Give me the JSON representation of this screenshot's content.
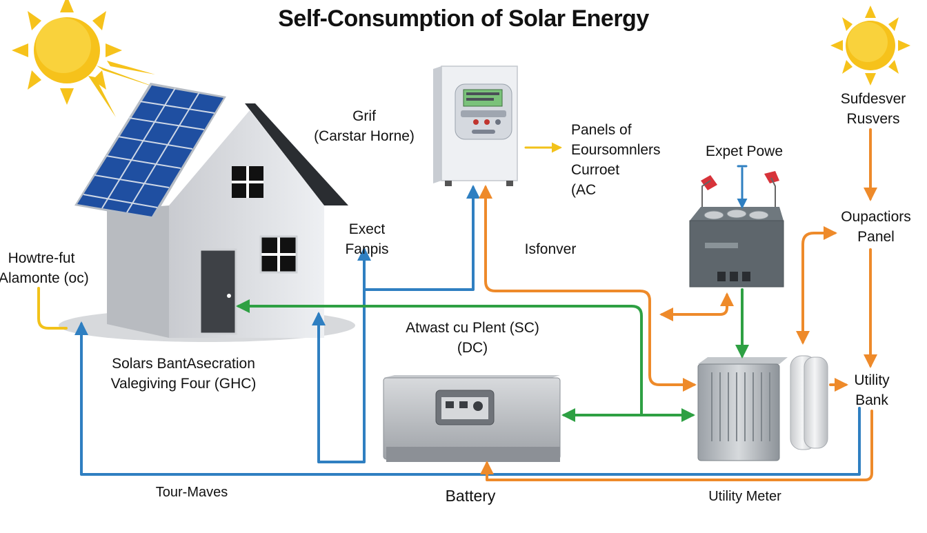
{
  "title": "Self-Consumption of Solar Energy",
  "labels": {
    "grid": [
      "Grif",
      "(Carstar Horne)"
    ],
    "panels_current": [
      "Panels of",
      "Eoursomnlers",
      "Curroet",
      "(AC"
    ],
    "expet_powe": "Expet Powe",
    "sufdesver": [
      "Sufdesver",
      "Rusvers"
    ],
    "ouipactiors": [
      "Oupactiors",
      "Panel"
    ],
    "exect_fanpis": [
      "Exect",
      "Fanpis"
    ],
    "isfonver": "Isfonver",
    "howtre_fut": [
      "Howtre-fut",
      "Alamonte (oc)"
    ],
    "atwast": [
      "Atwast cu Plent (SC)",
      "(DC)"
    ],
    "solars": [
      "Solars BantAsecration",
      "Valegiving Four (GHC)"
    ],
    "utility_bank": [
      "Utility",
      "Bank"
    ],
    "tour_maves": "Tour-Maves",
    "battery": "Battery",
    "utility_meter": "Utility Meter"
  },
  "colors": {
    "blue": "#2f7fc1",
    "green": "#2ea043",
    "orange": "#ee8a2a",
    "yellow": "#f2c21a",
    "sun": "#f6c21b",
    "panel": "#1e4fa0"
  },
  "icons": [
    "sun-icon",
    "solar-panel-icon",
    "house-icon",
    "inverter-icon",
    "battery-icon",
    "charge-controller-icon",
    "storage-cabinet-icon",
    "gas-cylinder-icon"
  ]
}
